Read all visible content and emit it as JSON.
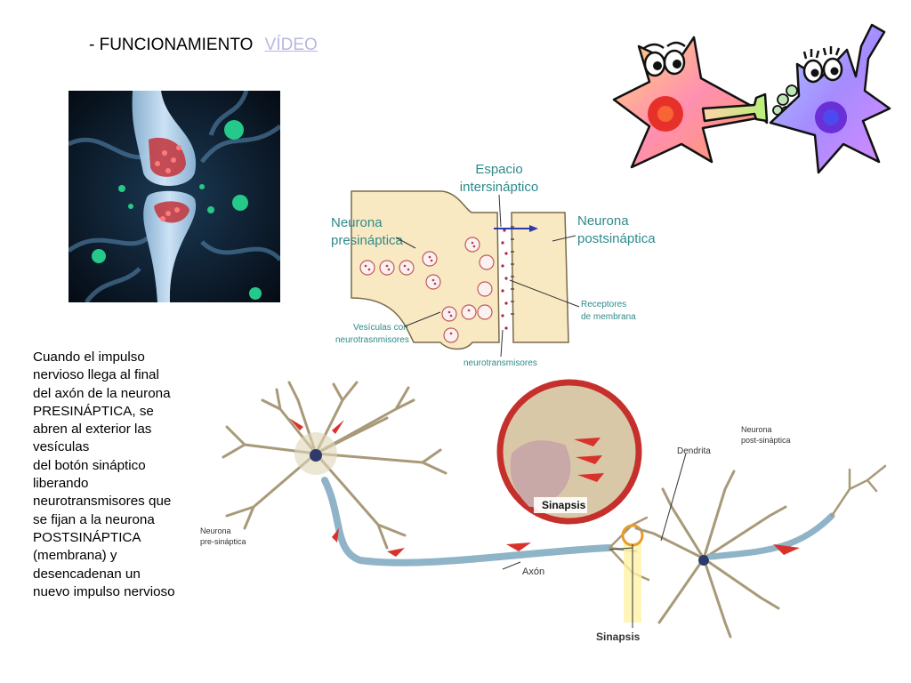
{
  "title": {
    "prefix": "- FUNCIONAMIENTO",
    "link": "VÍDEO"
  },
  "paragraph": [
    "Cuando el impulso",
    "nervioso llega al final",
    "del axón de la neurona",
    "PRESINÁPTICA, se",
    "abren al exterior las",
    "vesículas",
    "del botón sináptico",
    "liberando",
    "neurotransmisores que",
    "se fijan  a la neurona",
    "POSTSINÁPTICA",
    "(membrana) y",
    "desencadenan un",
    "nuevo impulso nervioso"
  ],
  "synapse_diagram": {
    "espacio_1": "Espacio",
    "espacio_2": "intersináptico",
    "pre_1": "Neurona",
    "pre_2": "presináptica",
    "post_1": "Neurona",
    "post_2": "postsináptica",
    "receptores_1": "Receptores",
    "receptores_2": "de membrana",
    "vesiculas_1": "Vesículas con",
    "vesiculas_2": "neurotrasnmisores",
    "neurotransmisores": "neurotransmisores"
  },
  "neuron_diagram": {
    "pre_1": "Neurona",
    "pre_2": "pre-sináptica",
    "post_1": "Neurona",
    "post_2": "post-sináptica",
    "dendrita": "Dendrita",
    "axon": "Axón",
    "sinapsis_inset": "Sinapsis",
    "sinapsis_bottom": "Sinapsis"
  },
  "colors": {
    "title_link": "#b7b7e0",
    "cell_fill": "#f8e9c3",
    "axon": "#8fb3c7",
    "dendrite": "#a89a78",
    "arrow_red": "#d8322b",
    "inset_border": "#c5302c"
  }
}
